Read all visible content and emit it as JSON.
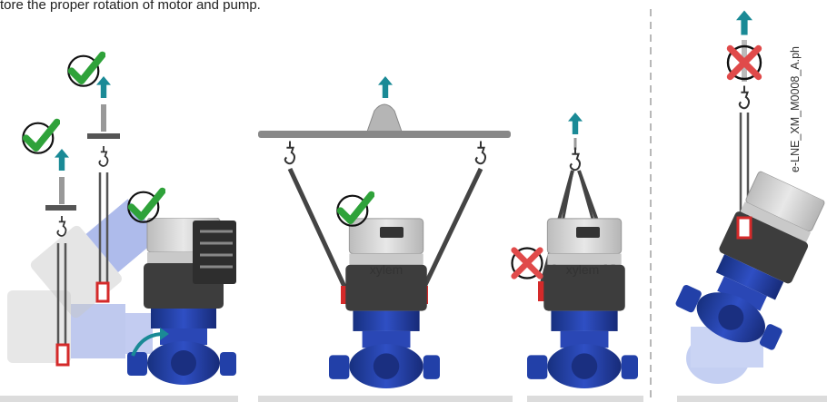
{
  "caption": "tore the proper rotation of motor and pump.",
  "image_code": "e-LNE_XM_M0008_A.ph",
  "brand_label": "xylem",
  "colors": {
    "pump_blue": "#1f3a9a",
    "motor_grey": "#d6d6d6",
    "arrow_teal": "#1a8a96",
    "check_green": "#2fa23a",
    "cross_red": "#e04a4a",
    "sling_grey": "#555555",
    "hook_red": "#d42a2a"
  },
  "icons": [
    "check-icon",
    "cross-icon",
    "up-arrow-icon",
    "hook-icon",
    "rotate-arrow-icon"
  ]
}
